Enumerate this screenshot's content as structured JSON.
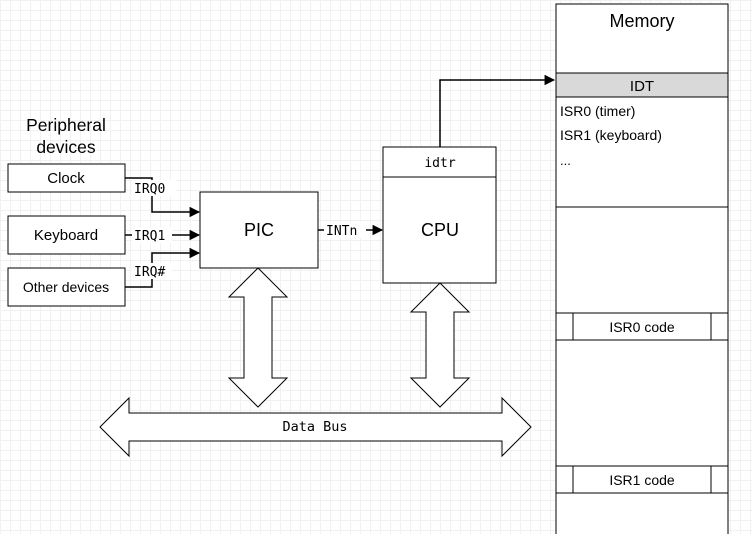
{
  "peripherals": {
    "title_line1": "Peripheral",
    "title_line2": "devices",
    "clock": "Clock",
    "keyboard": "Keyboard",
    "other": "Other devices"
  },
  "irq": {
    "irq0": "IRQ0",
    "irq1": "IRQ1",
    "irqn": "IRQ#"
  },
  "pic": {
    "label": "PIC"
  },
  "intn": {
    "label": "INTn"
  },
  "cpu": {
    "label": "CPU",
    "register": "idtr"
  },
  "bus": {
    "label": "Data Bus"
  },
  "memory": {
    "title": "Memory",
    "idt": {
      "header": "IDT",
      "entries": [
        "ISR0 (timer)",
        "ISR1 (keyboard)",
        "..."
      ]
    },
    "isr0": "ISR0 code",
    "isr1": "ISR1 code"
  },
  "colors": {
    "idt_header_fill": "#d9d9d9",
    "grid": "#f1f1f1"
  }
}
